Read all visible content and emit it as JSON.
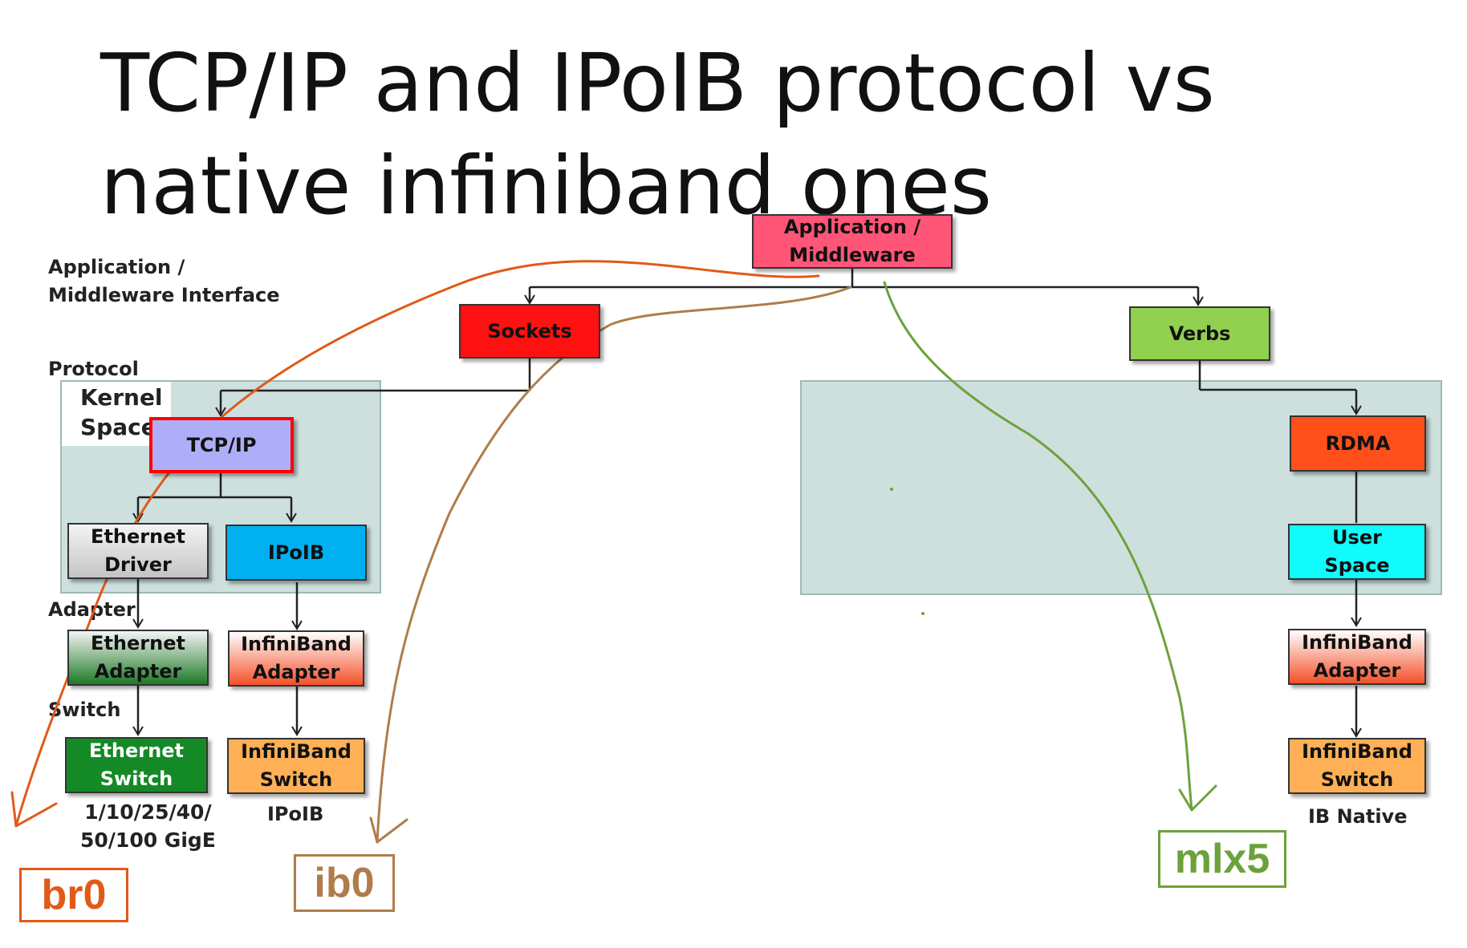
{
  "title": {
    "line1": "TCP/IP and IPoIB protocol vs",
    "line2": "native infiniband ones"
  },
  "side_labels": {
    "app_line1": "Application /",
    "app_line2": "Middleware Interface",
    "protocol": "Protocol",
    "kernel_line1": "Kernel",
    "kernel_line2": "Space",
    "adapter": "Adapter",
    "switch": "Switch"
  },
  "boxes": {
    "app": {
      "line1": "Application /",
      "line2": "Middleware",
      "color": "#ff5577"
    },
    "sockets": {
      "label": "Sockets",
      "color": "#ff1111"
    },
    "verbs": {
      "label": "Verbs",
      "color": "#92d050"
    },
    "tcpip": {
      "label": "TCP/IP",
      "color": "#aeaef8",
      "border": "#ff0000"
    },
    "eth_driver": {
      "line1": "Ethernet",
      "line2": "Driver"
    },
    "ipoib": {
      "label": "IPoIB",
      "color": "#00b0f0"
    },
    "rdma": {
      "label": "RDMA",
      "color": "#ff4f1a"
    },
    "user_space": {
      "line1": "User",
      "line2": "Space",
      "color": "#10fbfb"
    },
    "eth_adapter": {
      "line1": "Ethernet",
      "line2": "Adapter"
    },
    "ib_adapter_left": {
      "line1": "InfiniBand",
      "line2": "Adapter"
    },
    "ib_adapter_right": {
      "line1": "InfiniBand",
      "line2": "Adapter"
    },
    "eth_switch": {
      "line1": "Ethernet",
      "line2": "Switch",
      "color": "#148a26"
    },
    "ib_switch_left": {
      "line1": "InfiniBand",
      "line2": "Switch",
      "color": "#ffb057"
    },
    "ib_switch_right": {
      "line1": "InfiniBand",
      "line2": "Switch",
      "color": "#ffb057"
    }
  },
  "bottom_labels": {
    "gige_line1": "1/10/25/40/",
    "gige_line2": "50/100 GigE",
    "ipoib": "IPoIB",
    "ib_native": "IB Native"
  },
  "interfaces": {
    "br0": {
      "label": "br0",
      "color": "#e05a18"
    },
    "ib0": {
      "label": "ib0",
      "color": "#b07c4c"
    },
    "mlx5": {
      "label": "mlx5",
      "color": "#6ca23c"
    }
  }
}
